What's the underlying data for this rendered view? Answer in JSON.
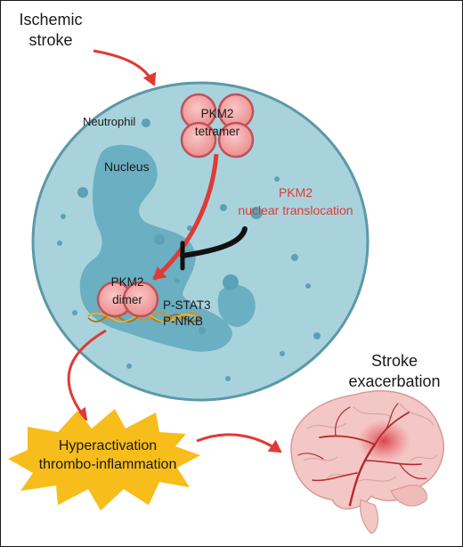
{
  "labels": {
    "trigger_line1": "Ischemic",
    "trigger_line2": "stroke",
    "cell": "Neutrophil",
    "nucleus": "Nucleus",
    "tetramer_line1": "PKM2",
    "tetramer_line2": "tetramer",
    "translocation_line1": "PKM2",
    "translocation_line2": "nuclear translocation",
    "dimer_line1": "PKM2",
    "dimer_line2": "dimer",
    "pstat3": "P-STAT3",
    "pnfkb": "P-NfKB",
    "outcome_line1": "Hyperactivation",
    "outcome_line2": "thrombo-inflammation",
    "result_line1": "Stroke",
    "result_line2": "exacerbation"
  },
  "colors": {
    "arrow_red": "#e03a35",
    "cell_fill": "#a9d3dc",
    "cell_stroke": "#5c98a7",
    "nucleus_fill": "#6aafc2",
    "granule": "#5aa2b6",
    "pkm2_fill": "#f2a3a3",
    "pkm2_stroke": "#c0525a",
    "burst_fill": "#f7bd1a",
    "brain_fill": "#f3c7c5",
    "brain_vessel": "#b3272d",
    "inhibitor": "#111111",
    "text": "#1a1a1a"
  }
}
